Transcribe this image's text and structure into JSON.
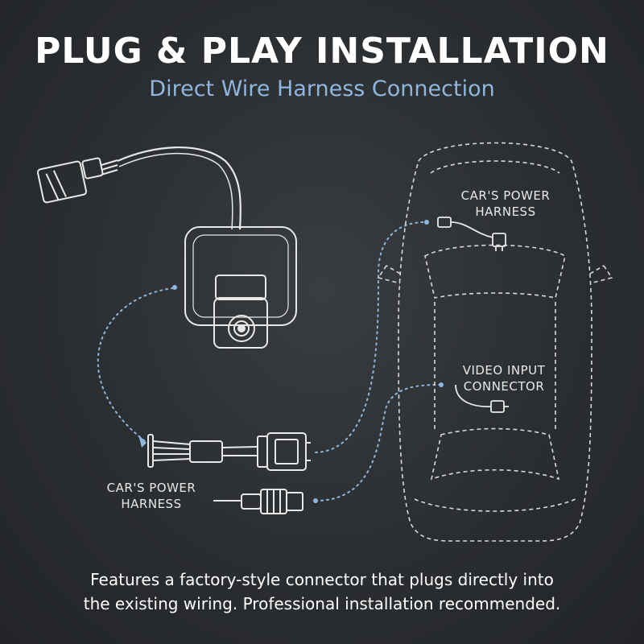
{
  "header": {
    "title": "PLUG & PLAY INSTALLATION",
    "subtitle": "Direct Wire Harness Connection"
  },
  "labels": {
    "car_power_harness_top_line1": "CAR'S POWER",
    "car_power_harness_top_line2": "HARNESS",
    "video_input_line1": "VIDEO INPUT",
    "video_input_line2": "CONNECTOR",
    "car_power_harness_left_line1": "CAR'S POWER",
    "car_power_harness_left_line2": "HARNESS"
  },
  "footer": {
    "line1": "Features a factory-style connector that plugs directly into",
    "line2": "the existing wiring. Professional installation recommended."
  },
  "colors": {
    "background": "#2b2e31",
    "accent_blue": "#8fb6df",
    "line_white": "#e8e8e8"
  }
}
